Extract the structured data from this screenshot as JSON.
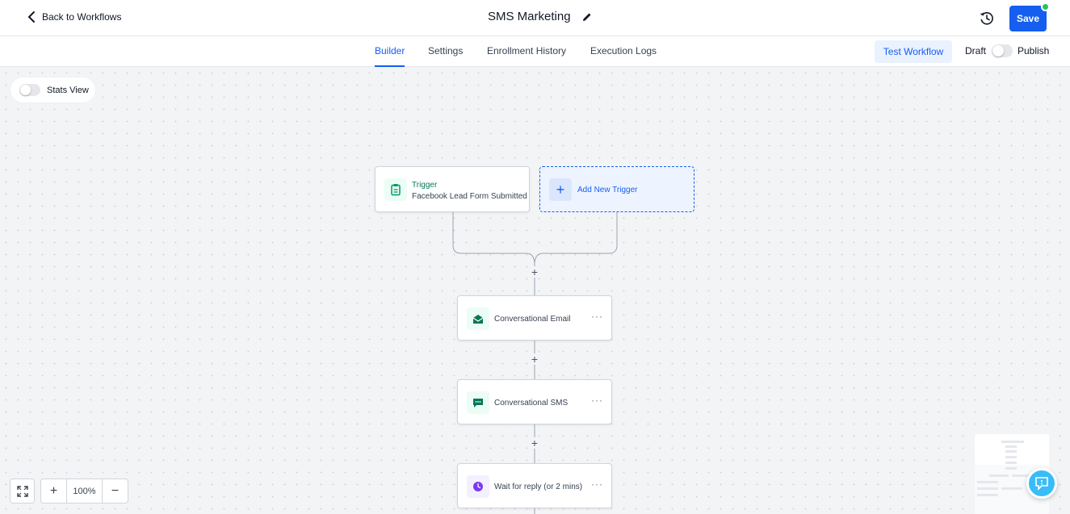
{
  "header": {
    "back_label": "Back to Workflows",
    "title": "SMS Marketing",
    "save_label": "Save"
  },
  "tabs": [
    {
      "label": "Builder",
      "active": true
    },
    {
      "label": "Settings",
      "active": false
    },
    {
      "label": "Enrollment History",
      "active": false
    },
    {
      "label": "Execution Logs",
      "active": false
    }
  ],
  "toolbar": {
    "test_label": "Test Workflow",
    "draft_label": "Draft",
    "publish_label": "Publish",
    "published": false
  },
  "canvas": {
    "stats_label": "Stats View",
    "stats_on": false,
    "trigger": {
      "title": "Trigger",
      "subtitle": "Facebook Lead Form Submitted"
    },
    "add_trigger_label": "Add New Trigger",
    "actions": [
      {
        "label": "Conversational Email",
        "icon": "email-icon"
      },
      {
        "label": "Conversational SMS",
        "icon": "chat-icon"
      },
      {
        "label": "Wait for reply (or 2 mins)",
        "icon": "clock-icon"
      }
    ],
    "add_step_symbol": "+",
    "more_symbol": "···",
    "zoom": "100%"
  },
  "colors": {
    "primary": "#155eef",
    "trigger_green": "#047857",
    "wait_purple": "#7c3aed",
    "online_dot": "#22c55e",
    "help_blue": "#38bdf8"
  }
}
